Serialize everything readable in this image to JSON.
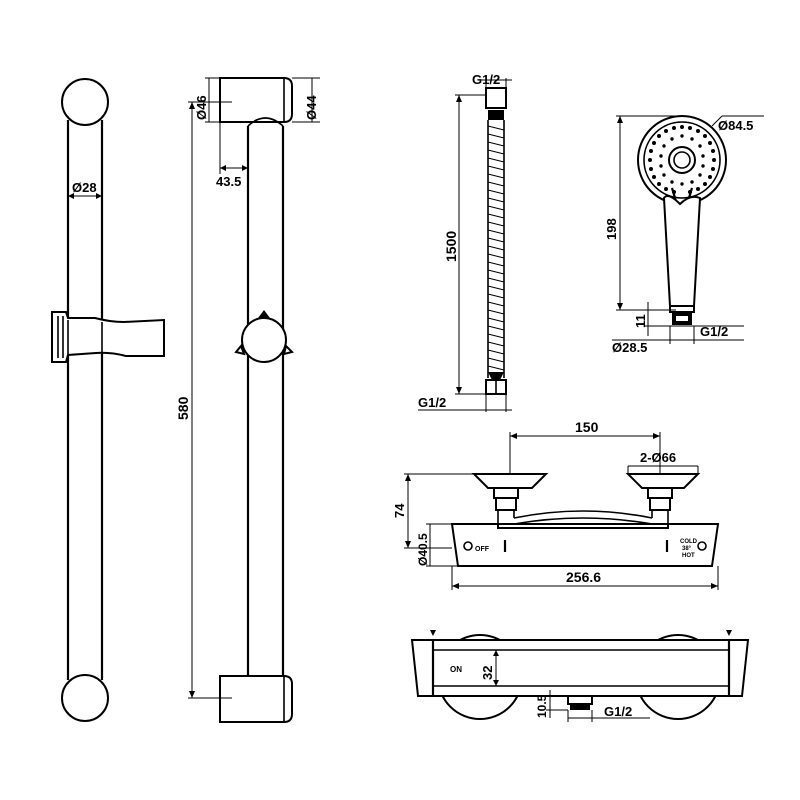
{
  "slide_rail": {
    "bar_diameter": "Ø28",
    "mount_diameter": "Ø46",
    "mount_outer_diameter": "Ø44",
    "wall_offset": "43.5",
    "rail_length": "580"
  },
  "hose": {
    "top_thread": "G1/2",
    "length": "1500",
    "bottom_thread": "G1/2"
  },
  "hand_shower": {
    "head_diameter": "Ø84.5",
    "height": "198",
    "connector_height": "11",
    "thread": "G1/2",
    "handle_diameter": "Ø28.5"
  },
  "valve_front": {
    "center_distance": "150",
    "connector_spec": "2-Ø66",
    "height": "74",
    "body_diameter": "Ø40.5",
    "length": "256.6",
    "off_label": "OFF",
    "cold_label": "COLD",
    "temp_label": "38°",
    "hot_label": "HOT"
  },
  "valve_bottom": {
    "on_label": "ON",
    "depth": "32",
    "outlet_height": "10.5",
    "outlet_thread": "G1/2"
  }
}
